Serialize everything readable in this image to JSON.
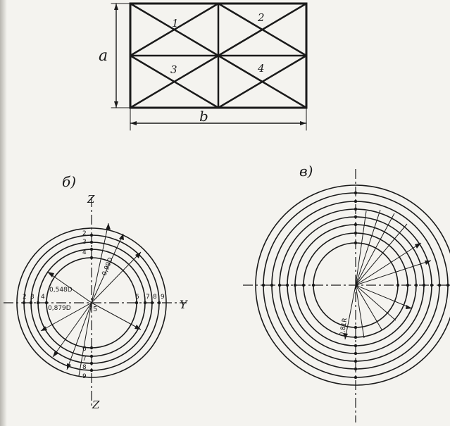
{
  "colors": {
    "ink": "#1a1a1a",
    "paper": "#f4f3ef"
  },
  "frame": {
    "panel_numbers": [
      "1",
      "2",
      "3",
      "4"
    ],
    "dim_height_label": "a",
    "dim_width_label": "b"
  },
  "diagram_b": {
    "label": "б)",
    "axis_z_top": "Z",
    "axis_z_bottom": "Z",
    "axis_y": "Y",
    "vertical_ticks_top": [
      "2",
      "3",
      "4"
    ],
    "vertical_ticks_bottom": [
      "6",
      "7",
      "8",
      "9"
    ],
    "horizontal_ticks_left": [
      "2",
      "3",
      "4"
    ],
    "horizontal_ticks_right": [
      "6",
      "7",
      "8",
      "9"
    ],
    "center_label": "5",
    "dim_upper_right": "0,99D",
    "dim_left_upper": "0,548D",
    "dim_left_lower": "0,879D"
  },
  "diagram_c": {
    "label": "в)",
    "dim_lower": "0,81R"
  }
}
